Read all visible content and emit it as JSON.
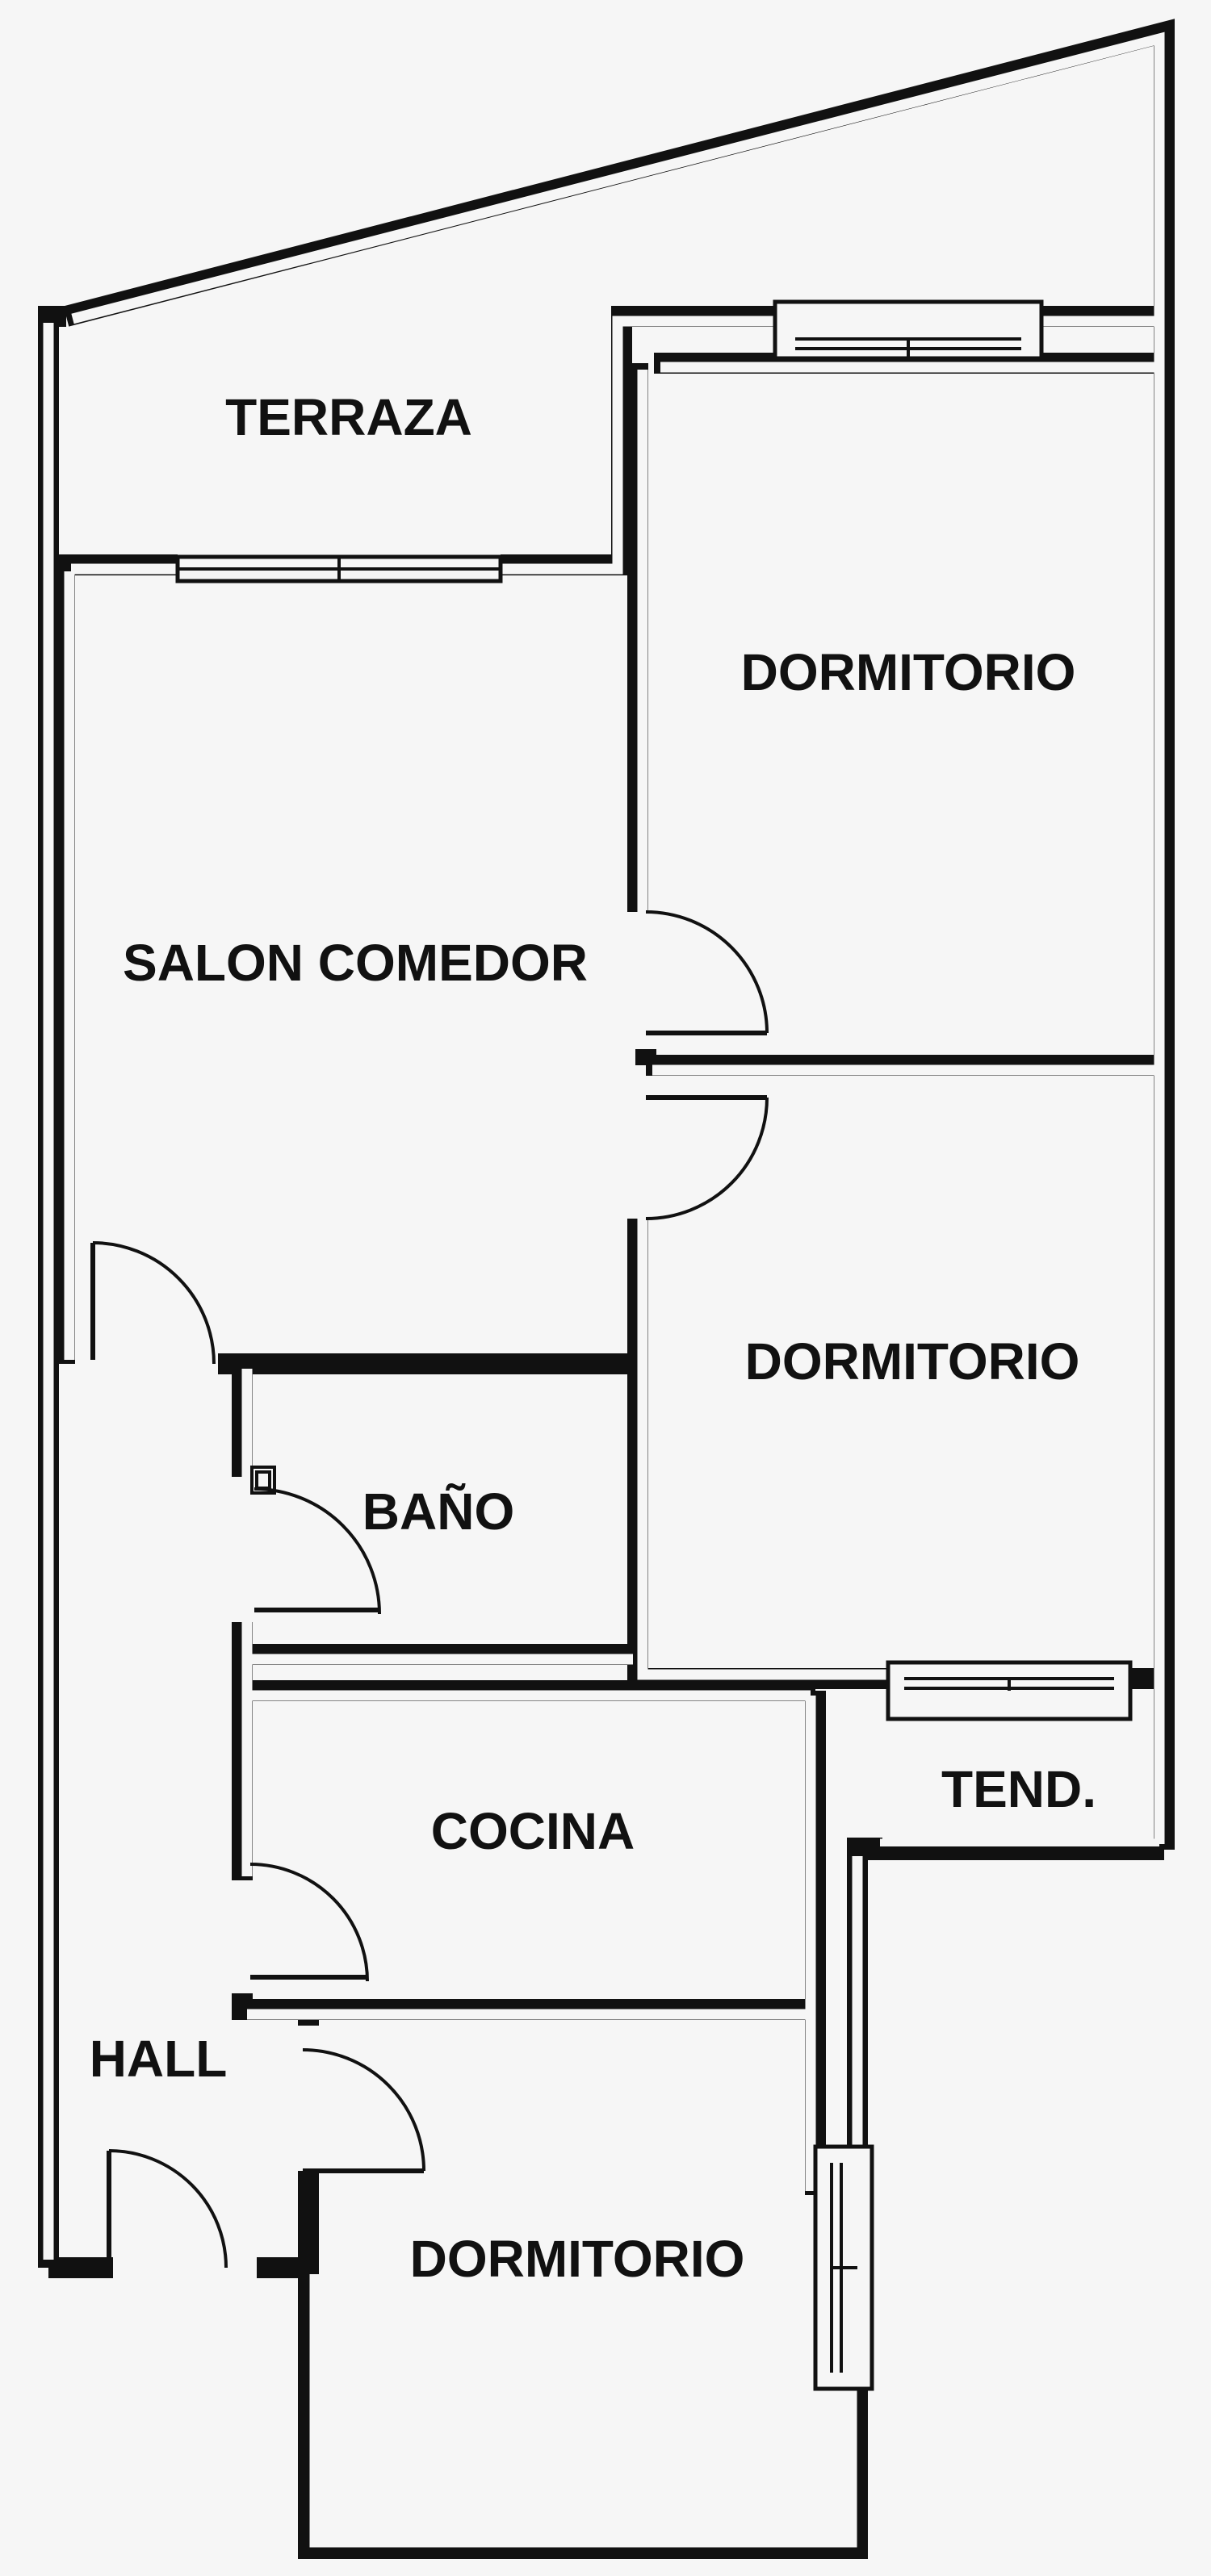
{
  "rooms": {
    "terraza": "TERRAZA",
    "dormitorio_1": "DORMITORIO",
    "salon_comedor": "SALON COMEDOR",
    "dormitorio_2": "DORMITORIO",
    "bano": "BAÑO",
    "cocina": "COCINA",
    "tend": "TEND.",
    "hall": "HALL",
    "dormitorio_3": "DORMITORIO"
  },
  "colors": {
    "wall": "#111111",
    "background": "#f6f6f6"
  }
}
